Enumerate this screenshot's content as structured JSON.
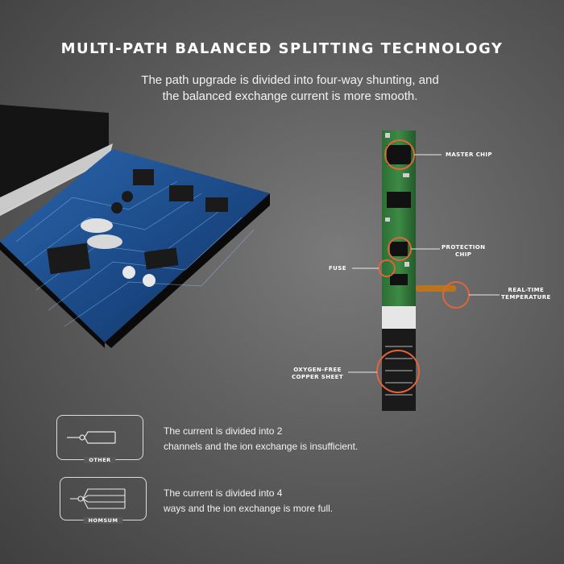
{
  "header": {
    "title": "MULTI-PATH BALANCED SPLITTING TECHNOLOGY",
    "subtitle_line1": "The path upgrade is divided into four-way shunting, and",
    "subtitle_line2": "the balanced exchange current is more smooth."
  },
  "callouts": {
    "master_chip": "MASTER CHIP",
    "protection_chip_1": "PROTECTION",
    "protection_chip_2": "CHIP",
    "fuse": "FUSE",
    "temperature_1": "REAL-TIME",
    "temperature_2": "TEMPERATURE",
    "copper_1": "OXYGEN-FREE",
    "copper_2": "COPPER SHEET"
  },
  "comparison": [
    {
      "tag": "OTHER",
      "line1": "The current is divided into 2",
      "line2": "channels and the ion exchange is insufficient."
    },
    {
      "tag": "HOMSUM",
      "line1": "The current is divided into 4",
      "line2": "ways and the ion exchange is more full."
    }
  ],
  "colors": {
    "highlight": "#e2643a",
    "pcb_blue": "#1d4f8c",
    "pcb_green": "#2f7a3a"
  }
}
